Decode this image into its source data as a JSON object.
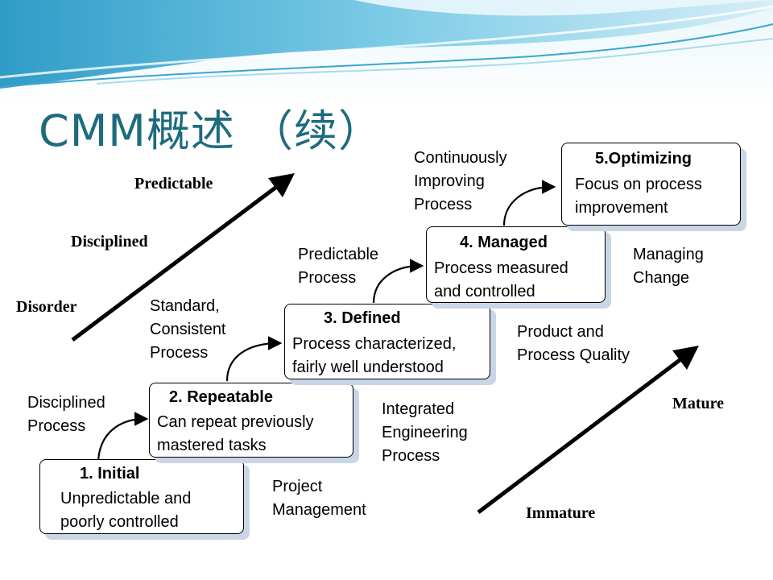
{
  "title": "CMM概述 （续）",
  "left_scale": {
    "top": "Predictable",
    "middle": "Disciplined",
    "bottom": "Disorder"
  },
  "right_scale": {
    "top": "Mature",
    "bottom": "Immature"
  },
  "levels": [
    {
      "heading": "1. Initial",
      "line1": "Unpredictable and",
      "line2": "poorly controlled"
    },
    {
      "heading": "2. Repeatable",
      "line1": "Can repeat previously",
      "line2": "mastered tasks"
    },
    {
      "heading": "3. Defined",
      "line1": "Process characterized,",
      "line2": "fairly well understood"
    },
    {
      "heading": "4. Managed",
      "line1": "Process measured",
      "line2": "and controlled"
    },
    {
      "heading": "5.Optimizing",
      "line1": "Focus on process",
      "line2": "improvement"
    }
  ],
  "transitions": [
    {
      "line1": "Disciplined",
      "line2": "Process"
    },
    {
      "line1": "Standard,",
      "line2": "Consistent",
      "line3": "Process"
    },
    {
      "line1": "Predictable",
      "line2": "Process"
    },
    {
      "line1": "Continuously",
      "line2": "Improving",
      "line3": "Process"
    }
  ],
  "key_areas": [
    {
      "line1": "Project",
      "line2": "Management"
    },
    {
      "line1": "Integrated",
      "line2": "Engineering",
      "line3": "Process"
    },
    {
      "line1": "Product and",
      "line2": "Process Quality"
    },
    {
      "line1": "Managing",
      "line2": "Change"
    }
  ],
  "colors": {
    "title": "#1e6b7e",
    "box_shadow": "#c9d6e6",
    "banner": "#5fb8d8"
  }
}
